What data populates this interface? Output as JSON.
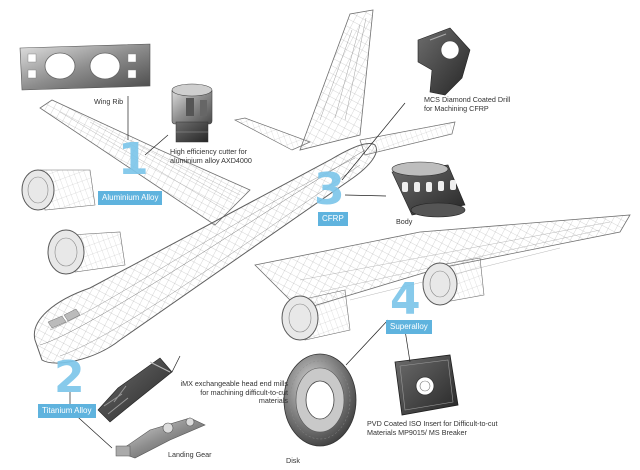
{
  "colors": {
    "accent": "#5fb3de",
    "number": "#7dc6ea",
    "wire": "#6f6f6f"
  },
  "callouts": [
    {
      "number": "1",
      "badge": "Aluminium Alloy"
    },
    {
      "number": "2",
      "badge": "Titanium Alloy"
    },
    {
      "number": "3",
      "badge": "CFRP"
    },
    {
      "number": "4",
      "badge": "Superalloy"
    }
  ],
  "captions": {
    "wing_rib": "Wing Rib",
    "cutter": "High efficiency cutter for aluminium alloy AXD4000",
    "drill": "MCS Diamond Coated Drill for Machining CFRP",
    "body": "Body",
    "imx": "iMX exchangeable head end mills for machining difficult-to-cut materials",
    "landing_gear": "Landing Gear",
    "insert": "PVD Coated ISO Insert for Difficult-to-cut Materials MP9015/ MS Breaker",
    "disk": "Disk"
  }
}
